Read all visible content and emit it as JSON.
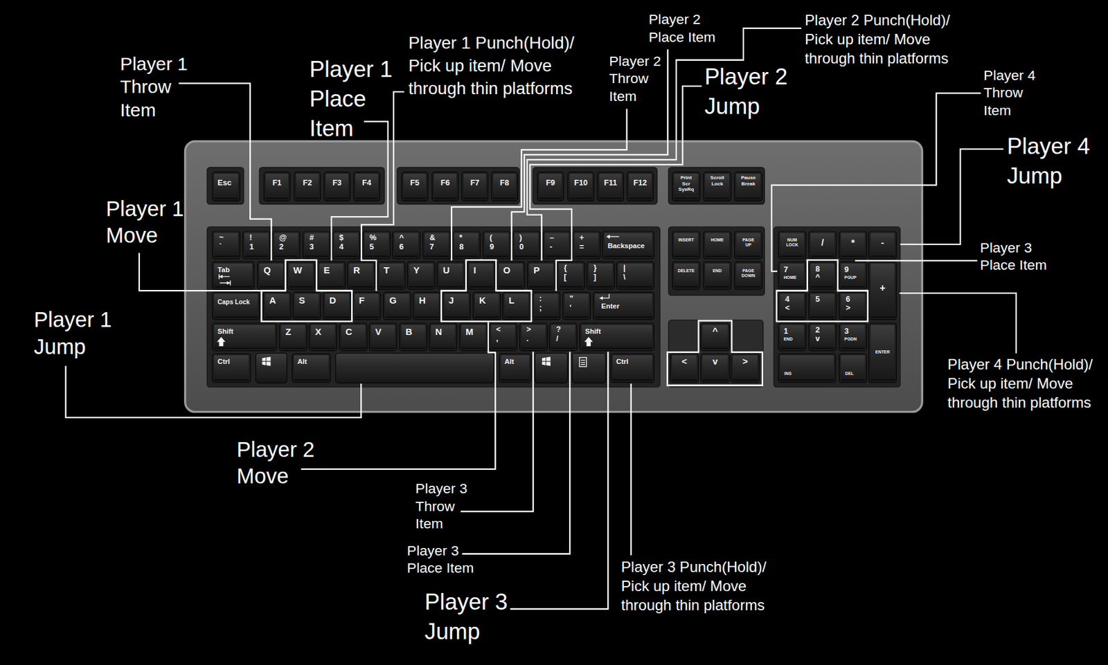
{
  "diagram": {
    "nodes": [
      {
        "text": [
          "Esc"
        ]
      },
      {
        "text": [
          "F1"
        ]
      },
      {
        "text": [
          "F2"
        ]
      },
      {
        "text": [
          "F3"
        ]
      },
      {
        "text": [
          "F4"
        ]
      },
      {
        "text": [
          "F5"
        ]
      },
      {
        "text": [
          "F6"
        ]
      },
      {
        "text": [
          "F7"
        ]
      },
      {
        "text": [
          "F8"
        ]
      },
      {
        "text": [
          "F9"
        ]
      },
      {
        "text": [
          "F10"
        ]
      },
      {
        "text": [
          "F11"
        ]
      },
      {
        "text": [
          "F12"
        ]
      },
      {
        "text": [
          "Print Scr",
          "SysRq"
        ]
      },
      {
        "text": [
          "Scroll Lock"
        ]
      },
      {
        "text": [
          "Pause",
          "Break"
        ]
      },
      {
        "text": [
          "~",
          "`"
        ]
      },
      {
        "text": [
          "!",
          "1"
        ]
      },
      {
        "text": [
          "@",
          "2"
        ]
      },
      {
        "text": [
          "#",
          "3"
        ]
      },
      {
        "text": [
          "$",
          "4"
        ]
      },
      {
        "text": [
          "%",
          "5"
        ]
      },
      {
        "text": [
          "^",
          "6"
        ]
      },
      {
        "text": [
          "&",
          "7"
        ]
      },
      {
        "text": [
          "*",
          "8"
        ]
      },
      {
        "text": [
          "(",
          "9"
        ]
      },
      {
        "text": [
          ")",
          "0"
        ]
      },
      {
        "text": [
          "–",
          "-"
        ]
      },
      {
        "text": [
          "+",
          "="
        ]
      },
      {
        "text": [
          "Backspace"
        ]
      },
      {
        "text": [
          "Tab"
        ]
      },
      {
        "text": [
          "Q"
        ]
      },
      {
        "text": [
          "W"
        ]
      },
      {
        "text": [
          "E"
        ]
      },
      {
        "text": [
          "R"
        ]
      },
      {
        "text": [
          "T"
        ]
      },
      {
        "text": [
          "Y"
        ]
      },
      {
        "text": [
          "U"
        ]
      },
      {
        "text": [
          "I"
        ]
      },
      {
        "text": [
          "O"
        ]
      },
      {
        "text": [
          "P"
        ]
      },
      {
        "text": [
          "{",
          "["
        ]
      },
      {
        "text": [
          "}",
          "]"
        ]
      },
      {
        "text": [
          "|",
          "\\"
        ]
      },
      {
        "text": [
          "Caps Lock"
        ]
      },
      {
        "text": [
          "A"
        ]
      },
      {
        "text": [
          "S"
        ]
      },
      {
        "text": [
          "D"
        ]
      },
      {
        "text": [
          "F"
        ]
      },
      {
        "text": [
          "G"
        ]
      },
      {
        "text": [
          "H"
        ]
      },
      {
        "text": [
          "J"
        ]
      },
      {
        "text": [
          "K"
        ]
      },
      {
        "text": [
          "L"
        ]
      },
      {
        "text": [
          ":",
          ";"
        ]
      },
      {
        "text": [
          "\"",
          "'"
        ]
      },
      {
        "text": [
          "Enter"
        ]
      },
      {
        "text": [
          "Shift"
        ]
      },
      {
        "text": [
          "Z"
        ]
      },
      {
        "text": [
          "X"
        ]
      },
      {
        "text": [
          "C"
        ]
      },
      {
        "text": [
          "V"
        ]
      },
      {
        "text": [
          "B"
        ]
      },
      {
        "text": [
          "N"
        ]
      },
      {
        "text": [
          "M"
        ]
      },
      {
        "text": [
          "<",
          ","
        ]
      },
      {
        "text": [
          ">",
          "."
        ]
      },
      {
        "text": [
          "?",
          "/"
        ]
      },
      {
        "text": [
          "Shift"
        ]
      },
      {
        "text": [
          "Ctrl"
        ]
      },
      {
        "text": [
          "Alt"
        ]
      },
      {
        "text": [
          "Alt"
        ]
      },
      {
        "text": [
          "Ctrl"
        ]
      },
      {
        "text": [
          "INSERT"
        ]
      },
      {
        "text": [
          "HOME"
        ]
      },
      {
        "text": [
          "PAGE UP"
        ]
      },
      {
        "text": [
          "DELETE"
        ]
      },
      {
        "text": [
          "END"
        ]
      },
      {
        "text": [
          "PAGE DOWN"
        ]
      },
      {
        "text": [
          "^"
        ]
      },
      {
        "text": [
          "<"
        ]
      },
      {
        "text": [
          "v"
        ]
      },
      {
        "text": [
          ">"
        ]
      },
      {
        "text": [
          "NUM LOCK"
        ]
      },
      {
        "text": [
          "/"
        ]
      },
      {
        "text": [
          "*"
        ]
      },
      {
        "text": [
          "-"
        ]
      },
      {
        "text": [
          "7",
          "HOME"
        ]
      },
      {
        "text": [
          "8",
          "^"
        ]
      },
      {
        "text": [
          "9",
          "PGUP"
        ]
      },
      {
        "text": [
          "+"
        ]
      },
      {
        "text": [
          "4",
          "<"
        ]
      },
      {
        "text": [
          "5"
        ]
      },
      {
        "text": [
          "6",
          ">"
        ]
      },
      {
        "text": [
          "1",
          "END"
        ]
      },
      {
        "text": [
          "2",
          "v"
        ]
      },
      {
        "text": [
          "3",
          "PGDN"
        ]
      },
      {
        "text": [
          "ENTER"
        ]
      },
      {
        "text": [
          "INS"
        ]
      },
      {
        "text": [
          "DEL"
        ]
      }
    ],
    "labels": [
      "Player 1 Throw Item",
      "Player 1 Place Item",
      "Player 1 Punch(Hold)/ Pick up item/ Move through thin platforms",
      "Player 2 Place Item",
      "Player 2 Punch(Hold)/ Pick up item/ Move through thin platforms",
      "Player 2 Throw Item",
      "Player 2 Jump",
      "Player 4 Throw Item",
      "Player 1 Move",
      "Player 4 Jump",
      "Player 3 Place Item",
      "Player 1 Jump",
      "Player 4 Punch(Hold)/ Pick up item/ Move through thin platforms",
      "Player 2 Move",
      "Player 3 Throw Item",
      "Player 3 Place Item",
      "Player 3 Punch(Hold)/ Pick up item/ Move through thin platforms",
      "Player 3 Jump"
    ]
  }
}
